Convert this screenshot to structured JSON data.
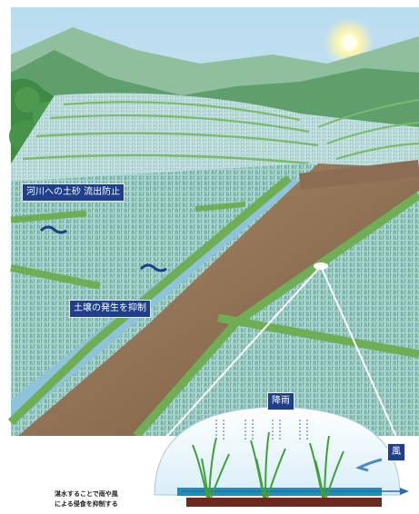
{
  "labels": {
    "sediment": "河川への土砂 流出防止",
    "erosion": "土壌の発生を抑制",
    "rain": "降雨",
    "wind": "風"
  },
  "caption": {
    "line1": "湛水することで雨や風",
    "line2": "による侵食を抑制する"
  },
  "colors": {
    "sky": "#cfe6f3",
    "water": "#8fc3dc",
    "paddy": "#b9dcc4",
    "bund": "#6fae55",
    "road": "#8a6d52",
    "label_bg": "#1f3f8c",
    "sun": "#fff6b0",
    "inset_ground": "#6b2a20"
  },
  "icons": [
    "sun-icon",
    "wave-icon",
    "arrow-icon"
  ]
}
